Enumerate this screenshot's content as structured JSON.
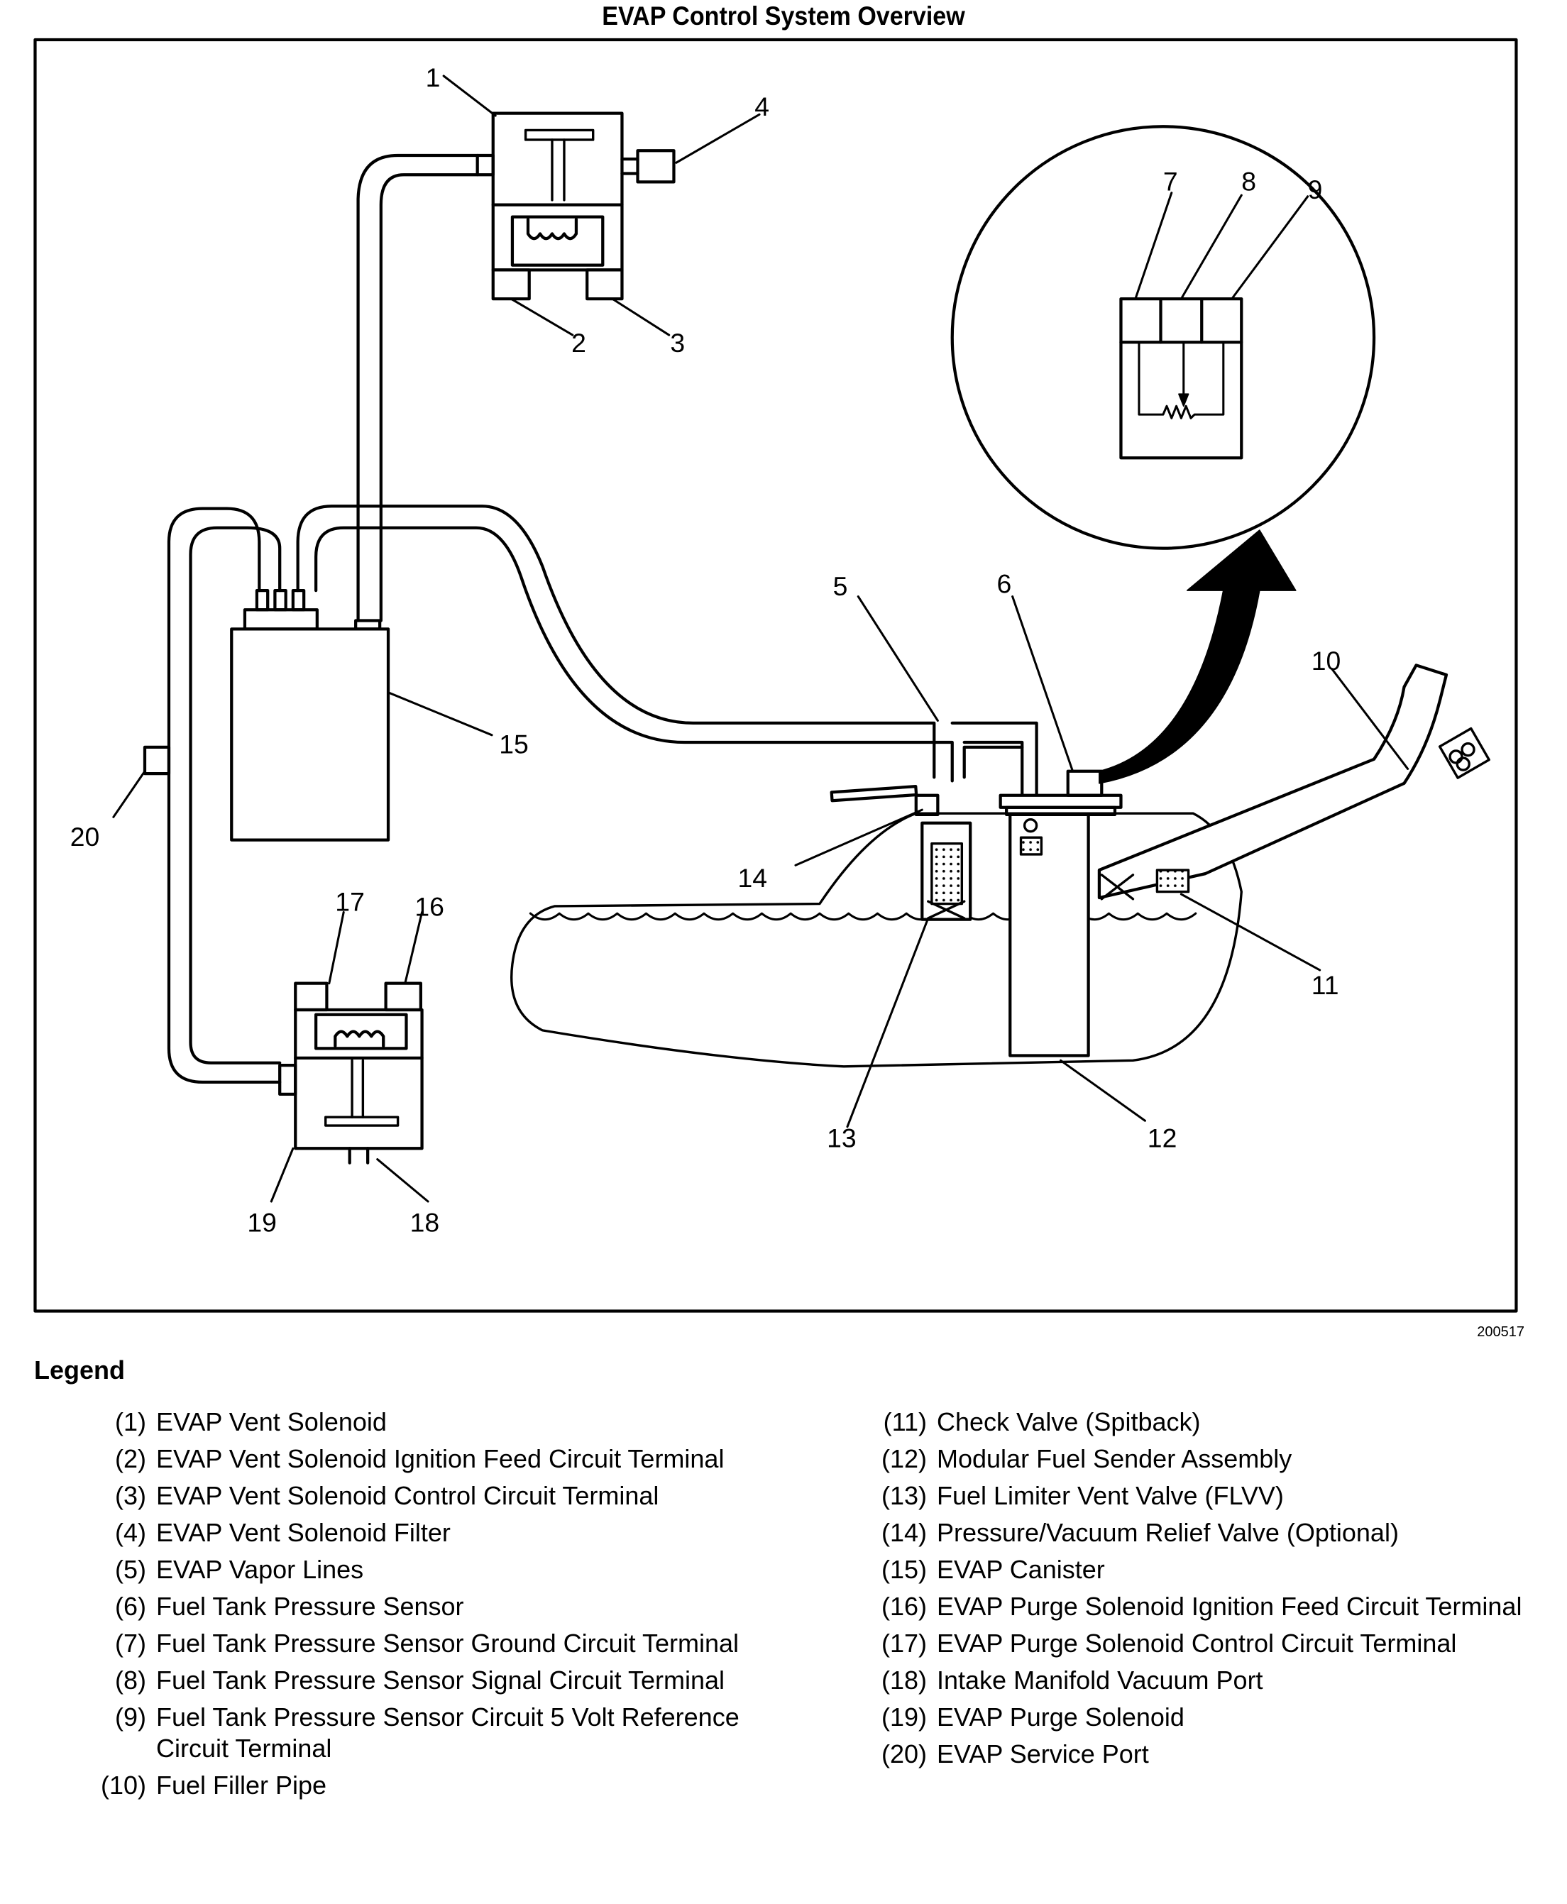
{
  "title": "EVAP Control System Overview",
  "figure_id": "200517",
  "callouts": {
    "c1": "1",
    "c2": "2",
    "c3": "3",
    "c4": "4",
    "c5": "5",
    "c6": "6",
    "c7": "7",
    "c8": "8",
    "c9": "9",
    "c10": "10",
    "c11": "11",
    "c12": "12",
    "c13": "13",
    "c14": "14",
    "c15": "15",
    "c16": "16",
    "c17": "17",
    "c18": "18",
    "c19": "19",
    "c20": "20"
  },
  "legend": {
    "title": "Legend",
    "left": [
      {
        "num": "(1)",
        "text": "EVAP Vent Solenoid"
      },
      {
        "num": "(2)",
        "text": "EVAP Vent Solenoid Ignition Feed Circuit Terminal"
      },
      {
        "num": "(3)",
        "text": "EVAP Vent Solenoid Control Circuit Terminal"
      },
      {
        "num": "(4)",
        "text": "EVAP Vent Solenoid Filter"
      },
      {
        "num": "(5)",
        "text": "EVAP Vapor Lines"
      },
      {
        "num": "(6)",
        "text": "Fuel Tank Pressure Sensor"
      },
      {
        "num": "(7)",
        "text": "Fuel Tank Pressure Sensor Ground Circuit Terminal"
      },
      {
        "num": "(8)",
        "text": "Fuel Tank Pressure Sensor Signal Circuit Terminal"
      },
      {
        "num": "(9)",
        "text": "Fuel Tank Pressure Sensor Circuit 5 Volt Reference Circuit Terminal"
      },
      {
        "num": "(10)",
        "text": "Fuel Filler Pipe"
      }
    ],
    "right": [
      {
        "num": "(11)",
        "text": "Check Valve (Spitback)"
      },
      {
        "num": "(12)",
        "text": "Modular Fuel Sender Assembly"
      },
      {
        "num": "(13)",
        "text": "Fuel Limiter Vent Valve (FLVV)"
      },
      {
        "num": "(14)",
        "text": "Pressure/Vacuum Relief Valve (Optional)"
      },
      {
        "num": "(15)",
        "text": "EVAP Canister"
      },
      {
        "num": "(16)",
        "text": "EVAP Purge Solenoid Ignition Feed Circuit Terminal"
      },
      {
        "num": "(17)",
        "text": "EVAP Purge Solenoid Control Circuit Terminal"
      },
      {
        "num": "(18)",
        "text": "Intake Manifold Vacuum Port"
      },
      {
        "num": "(19)",
        "text": "EVAP Purge Solenoid"
      },
      {
        "num": "(20)",
        "text": "EVAP Service Port"
      }
    ]
  }
}
